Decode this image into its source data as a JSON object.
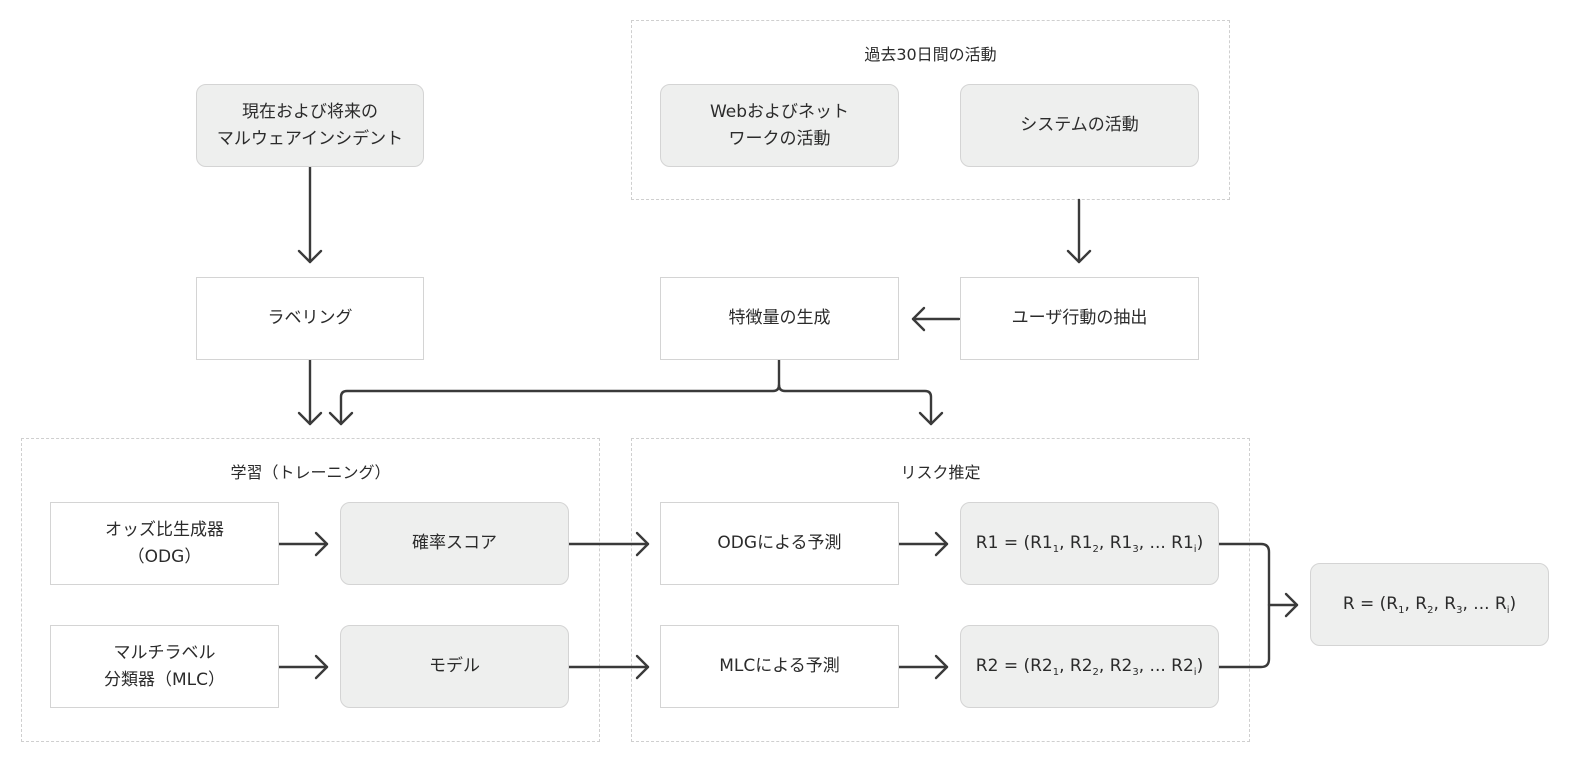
{
  "groups": {
    "activity": {
      "title": "過去30日間の活動"
    },
    "training": {
      "title": "学習（トレーニング）"
    },
    "risk": {
      "title": "リスク推定"
    }
  },
  "nodes": {
    "malware_incidents": "現在および将来の\nマルウェアインシデント",
    "web_network_activity": "Webおよびネット\nワークの活動",
    "system_activity": "システムの活動",
    "labeling": "ラベリング",
    "feature_generation": "特徴量の生成",
    "user_behavior_extraction": "ユーザ行動の抽出",
    "odds_ratio_generator": "オッズ比生成器\n（ODG）",
    "probability_score": "確率スコア",
    "multilabel_classifier": "マルチラベル\n分類器（MLC）",
    "model": "モデル",
    "odg_prediction": "ODGによる予測",
    "mlc_prediction": "MLCによる予測",
    "r1": {
      "head": "R1 = (R1",
      "parts": [
        {
          "sub": "1",
          "sep": ", R1"
        },
        {
          "sub": "2",
          "sep": ", R1"
        },
        {
          "sub": "3",
          "sep": ", ... R1"
        },
        {
          "sub": "i",
          "sep": ")"
        }
      ]
    },
    "r2": {
      "head": "R2 = (R2",
      "parts": [
        {
          "sub": "1",
          "sep": ", R2"
        },
        {
          "sub": "2",
          "sep": ", R2"
        },
        {
          "sub": "3",
          "sep": ", ... R2"
        },
        {
          "sub": "i",
          "sep": ")"
        }
      ]
    },
    "r_final": {
      "head": "R = (R",
      "parts": [
        {
          "sub": "1",
          "sep": ", R"
        },
        {
          "sub": "2",
          "sep": ", R"
        },
        {
          "sub": "3",
          "sep": ", ... R"
        },
        {
          "sub": "i",
          "sep": ")"
        }
      ]
    }
  },
  "colors": {
    "edge": "#3a3a3a",
    "box_border": "#d4d4d4",
    "shaded_fill": "#eeefee",
    "group_border": "#cfcfcf"
  }
}
